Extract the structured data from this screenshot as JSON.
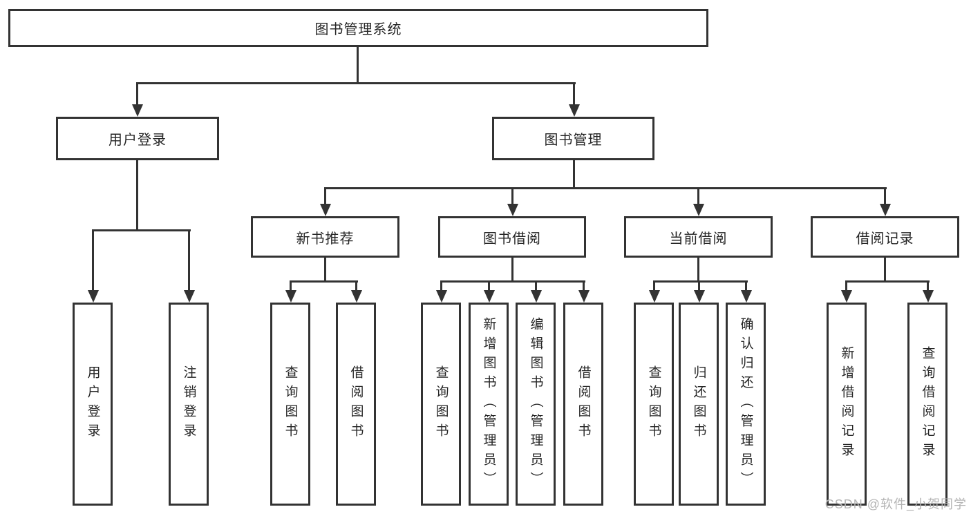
{
  "diagram": {
    "root": {
      "label": "图书管理系统"
    },
    "branches": [
      {
        "label": "用户登录",
        "children": [
          {
            "label": "用户登录"
          },
          {
            "label": "注销登录"
          }
        ]
      },
      {
        "label": "图书管理",
        "children": [
          {
            "label": "新书推荐",
            "children": [
              {
                "label": "查询图书"
              },
              {
                "label": "借阅图书"
              }
            ]
          },
          {
            "label": "图书借阅",
            "children": [
              {
                "label": "查询图书"
              },
              {
                "label": "新增图书（管理员）"
              },
              {
                "label": "编辑图书（管理员）"
              },
              {
                "label": "借阅图书"
              }
            ]
          },
          {
            "label": "当前借阅",
            "children": [
              {
                "label": "查询图书"
              },
              {
                "label": "归还图书"
              },
              {
                "label": "确认归还（管理员）"
              }
            ]
          },
          {
            "label": "借阅记录",
            "children": [
              {
                "label": "新增借阅记录"
              },
              {
                "label": "查询借阅记录"
              }
            ]
          }
        ]
      }
    ]
  },
  "watermark": {
    "text": "CSDN @软件_小贺同学"
  },
  "colors": {
    "line": "#333333",
    "text": "#262626",
    "background": "#ffffff",
    "watermark": "#b4b4b4"
  }
}
